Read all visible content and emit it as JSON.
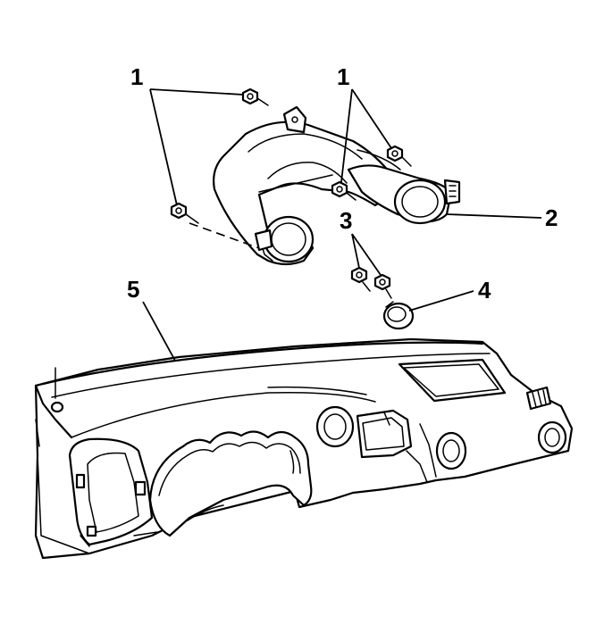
{
  "callouts": [
    {
      "id": "c1a",
      "label": "1"
    },
    {
      "id": "c1b",
      "label": "1"
    },
    {
      "id": "c2",
      "label": "2"
    },
    {
      "id": "c3",
      "label": "3"
    },
    {
      "id": "c4",
      "label": "4"
    },
    {
      "id": "c5",
      "label": "5"
    }
  ],
  "parts": {
    "fastener": "nut-icon",
    "left_duct": "duct-left",
    "right_duct": "duct-right",
    "vent": "round-vent",
    "panel": "instrument-panel"
  },
  "colors": {
    "line": "#000000",
    "background": "#ffffff"
  }
}
